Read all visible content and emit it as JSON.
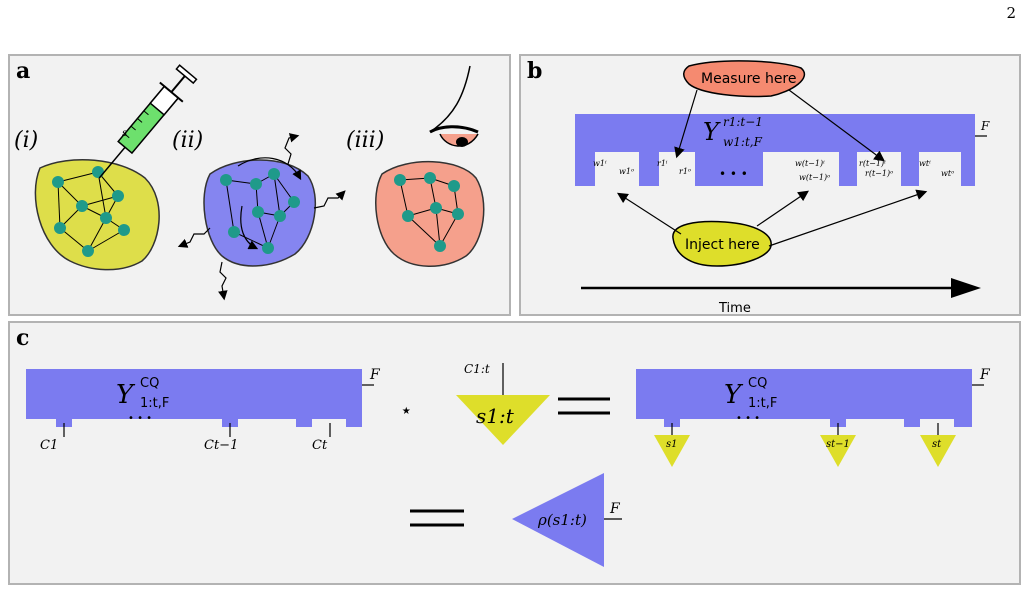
{
  "page_number": "2",
  "panel_a": {
    "label": "a",
    "stage_labels": [
      "(i)",
      "(ii)",
      "(iii)"
    ],
    "syringe_label": "s",
    "colors": {
      "stage1": "#dede4a",
      "stage2": "#8585f0",
      "stage3": "#f5a08c",
      "node": "#1f9a8a",
      "syringe_fluid": "#6de06d"
    }
  },
  "panel_b": {
    "label": "b",
    "measure_label": "Measure here",
    "inject_label": "Inject here",
    "time_label": "Time",
    "tensor_label": "Υ",
    "tensor_sup": "r1:t−1",
    "tensor_sub": "w1:t,F",
    "output_label": "F",
    "dots": "• • •",
    "leg_labels": [
      "w1ⁱ",
      "w1ᵒ",
      "r1ⁱ",
      "r1ᵒ",
      "w(t−1)ⁱ",
      "w(t−1)ᵒ",
      "r(t−1)ⁱ",
      "r(t−1)ᵒ",
      "wtⁱ",
      "wtᵒ"
    ],
    "colors": {
      "tensor": "#7b7bf0",
      "measure": "#f58a70",
      "inject": "#dede2a"
    }
  },
  "panel_c": {
    "label": "c",
    "tensor_label": "Υ",
    "tensor_sup": "CQ",
    "tensor_sub": "1:t,F",
    "output_label": "F",
    "dots": "• • •",
    "legs": [
      "C1",
      "Ct−1",
      "Ct"
    ],
    "star": "⋆",
    "seq_tensor_top": "C1:t",
    "seq_tensor_label": "s1:t",
    "triangles": [
      "s1",
      "st−1",
      "st"
    ],
    "rho_label": "ρ(s1:t)",
    "colors": {
      "tensor": "#7b7bf0",
      "triangle": "#dede2a"
    }
  }
}
